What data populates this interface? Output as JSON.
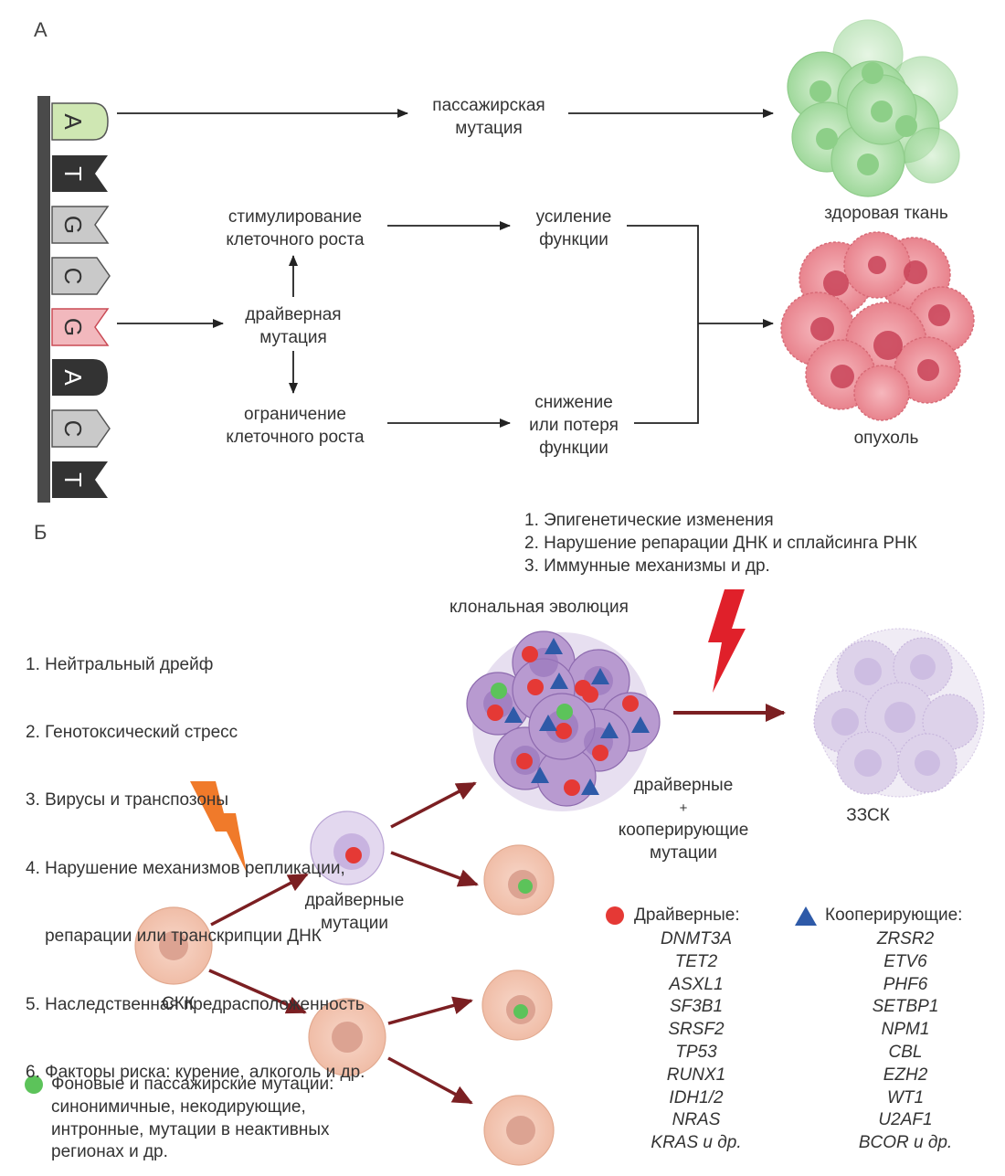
{
  "panel_a": {
    "label": "А",
    "dna_strand": [
      "A",
      "T",
      "G",
      "C",
      "G",
      "A",
      "C",
      "T"
    ],
    "passenger_mutation": [
      "пассажирская",
      "мутация"
    ],
    "driver_mutation": [
      "драйверная",
      "мутация"
    ],
    "stimulation": [
      "стимулирование",
      "клеточного роста"
    ],
    "restriction": [
      "ограничение",
      "клеточного роста"
    ],
    "gain_of_function": [
      "усиление",
      "функции"
    ],
    "loss_of_function": [
      "снижение",
      "или потеря",
      "функции"
    ],
    "healthy_tissue": "здоровая ткань",
    "tumor": "опухоль"
  },
  "panel_b": {
    "label": "Б",
    "top_factors": [
      "1. Эпигенетические изменения",
      "2. Нарушение репарации ДНК и сплайсинга РНК",
      "3. Иммунные механизмы и др."
    ],
    "left_factors": [
      "1. Нейтральный дрейф",
      "2. Генотоксический стресс",
      "3. Вирусы и транспозоны",
      "4. Нарушение механизмов репликации,",
      "    репарации или транскрипции ДНК",
      "5. Наследственная предрасположенность",
      "6. Факторы риска: курение, алкоголь и др."
    ],
    "clonal_evolution": "клональная эволюция",
    "driver_plus_cooperating": [
      "драйверные",
      "+",
      "кооперирующие",
      "мутации"
    ],
    "driver_mutations": [
      "драйверные",
      "мутации"
    ],
    "hsc": "СКК",
    "malignancy": "ЗЗСК",
    "background_legend": [
      "Фоновые и пассажирские мутации:",
      "синонимичные, некодирующие,",
      "интронные, мутации в неактивных",
      "регионах и др."
    ],
    "driver_header": "Драйверные:",
    "driver_genes": [
      "DNMT3A",
      "TET2",
      "ASXL1",
      "SF3B1",
      "SRSF2",
      "TP53",
      "RUNX1",
      "IDH1/2",
      "NRAS",
      "KRAS и др."
    ],
    "cooperating_header": "Кооперирующие:",
    "cooperating_genes": [
      "ZRSR2",
      "ETV6",
      "PHF6",
      "SETBP1",
      "NPM1",
      "CBL",
      "EZH2",
      "WT1",
      "U2AF1",
      "BCOR и др."
    ]
  },
  "colors": {
    "driver_dot": "#e53935",
    "cooperating_triangle": "#2e5aa8",
    "background_dot": "#5cc35a",
    "arrow_dark_red": "#7b1f22",
    "lightning_orange": "#f07a2a",
    "lightning_red": "#e0202a",
    "healthy_cells": "#a8dca4",
    "tumor_cells": "#ec8f98"
  }
}
